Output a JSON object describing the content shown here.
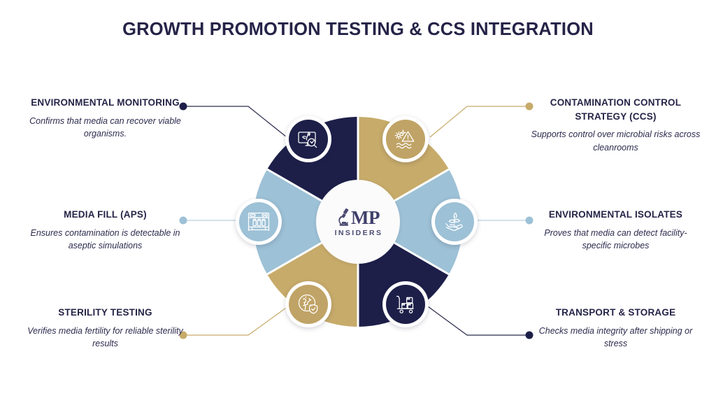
{
  "page": {
    "title": "GROWTH PROMOTION TESTING & CCS INTEGRATION",
    "background_color": "#ffffff"
  },
  "palette": {
    "navy": "#1d1f49",
    "gold": "#c7ab6a",
    "light_blue": "#9dc1d6",
    "text_navy": "#262447",
    "white": "#ffffff"
  },
  "center_logo": {
    "brand_main": "MP",
    "brand_sub": "INSIDERS",
    "icon": "microscope-icon",
    "full_name": "GMP INSIDERS"
  },
  "items": [
    {
      "id": "environmental-monitoring",
      "title": "ENVIRONMENTAL MONITORING",
      "description": "Confirms that media can recover viable organisms.",
      "icon": "monitor-plant-magnifier-icon",
      "side": "left",
      "segment_color": "#1d1f49",
      "dot_color": "#1d1f49"
    },
    {
      "id": "contamination-control-strategy",
      "title": "CONTAMINATION CONTROL STRATEGY (CCS)",
      "description": "Supports control over microbial risks across cleanrooms",
      "icon": "hazard-microbe-icon",
      "side": "right",
      "segment_color": "#c7ab6a",
      "dot_color": "#c7ab6a"
    },
    {
      "id": "media-fill-aps",
      "title": "MEDIA FILL (APS)",
      "description": "Ensures contamination is detectable in aseptic simulations",
      "icon": "filling-machine-icon",
      "side": "left",
      "segment_color": "#9dc1d6",
      "dot_color": "#9dc1d6"
    },
    {
      "id": "environmental-isolates",
      "title": "ENVIRONMENTAL ISOLATES",
      "description": "Proves that media can detect facility-specific microbes",
      "icon": "hand-sprout-icon",
      "side": "right",
      "segment_color": "#9dc1d6",
      "dot_color": "#9dc1d6"
    },
    {
      "id": "sterility-testing",
      "title": "STERILITY TESTING",
      "description": "Verifies media fertility for reliable sterility results",
      "icon": "petri-dish-shield-icon",
      "side": "left",
      "segment_color": "#c7ab6a",
      "dot_color": "#c7ab6a"
    },
    {
      "id": "transport-and-storage",
      "title": "TRANSPORT & STORAGE",
      "description": "Checks media integrity after shipping or stress",
      "icon": "hand-truck-boxes-icon",
      "side": "right",
      "segment_color": "#1d1f49",
      "dot_color": "#1d1f49"
    }
  ],
  "chart_data": {
    "type": "pie",
    "title": "GROWTH PROMOTION TESTING & CCS INTEGRATION",
    "categories": [
      "ENVIRONMENTAL MONITORING",
      "CONTAMINATION CONTROL STRATEGY (CCS)",
      "ENVIRONMENTAL ISOLATES",
      "TRANSPORT & STORAGE",
      "STERILITY TESTING",
      "MEDIA FILL (APS)"
    ],
    "values": [
      60,
      60,
      60,
      60,
      60,
      60
    ],
    "unit": "degrees",
    "colors": [
      "#1d1f49",
      "#c7ab6a",
      "#9dc1d6",
      "#1d1f49",
      "#c7ab6a",
      "#9dc1d6"
    ],
    "donut": true,
    "legend": "outer-labels",
    "xlabel": "",
    "ylabel": ""
  }
}
